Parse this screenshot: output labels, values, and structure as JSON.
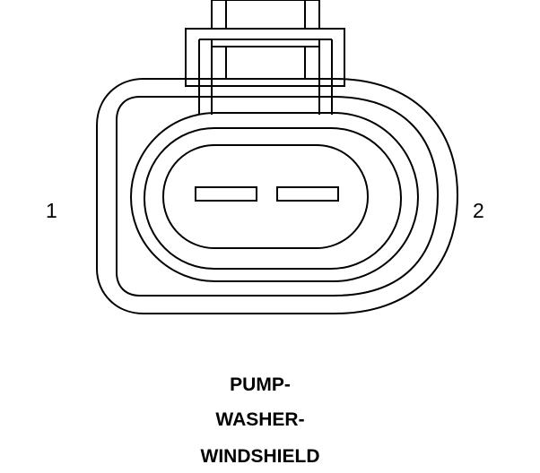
{
  "pins": [
    {
      "number": "1"
    },
    {
      "number": "2"
    }
  ],
  "caption": {
    "lines": [
      "PUMP-",
      "WASHER-",
      "WINDSHIELD"
    ]
  },
  "colors": {
    "line": "#000000",
    "background": "#ffffff"
  }
}
